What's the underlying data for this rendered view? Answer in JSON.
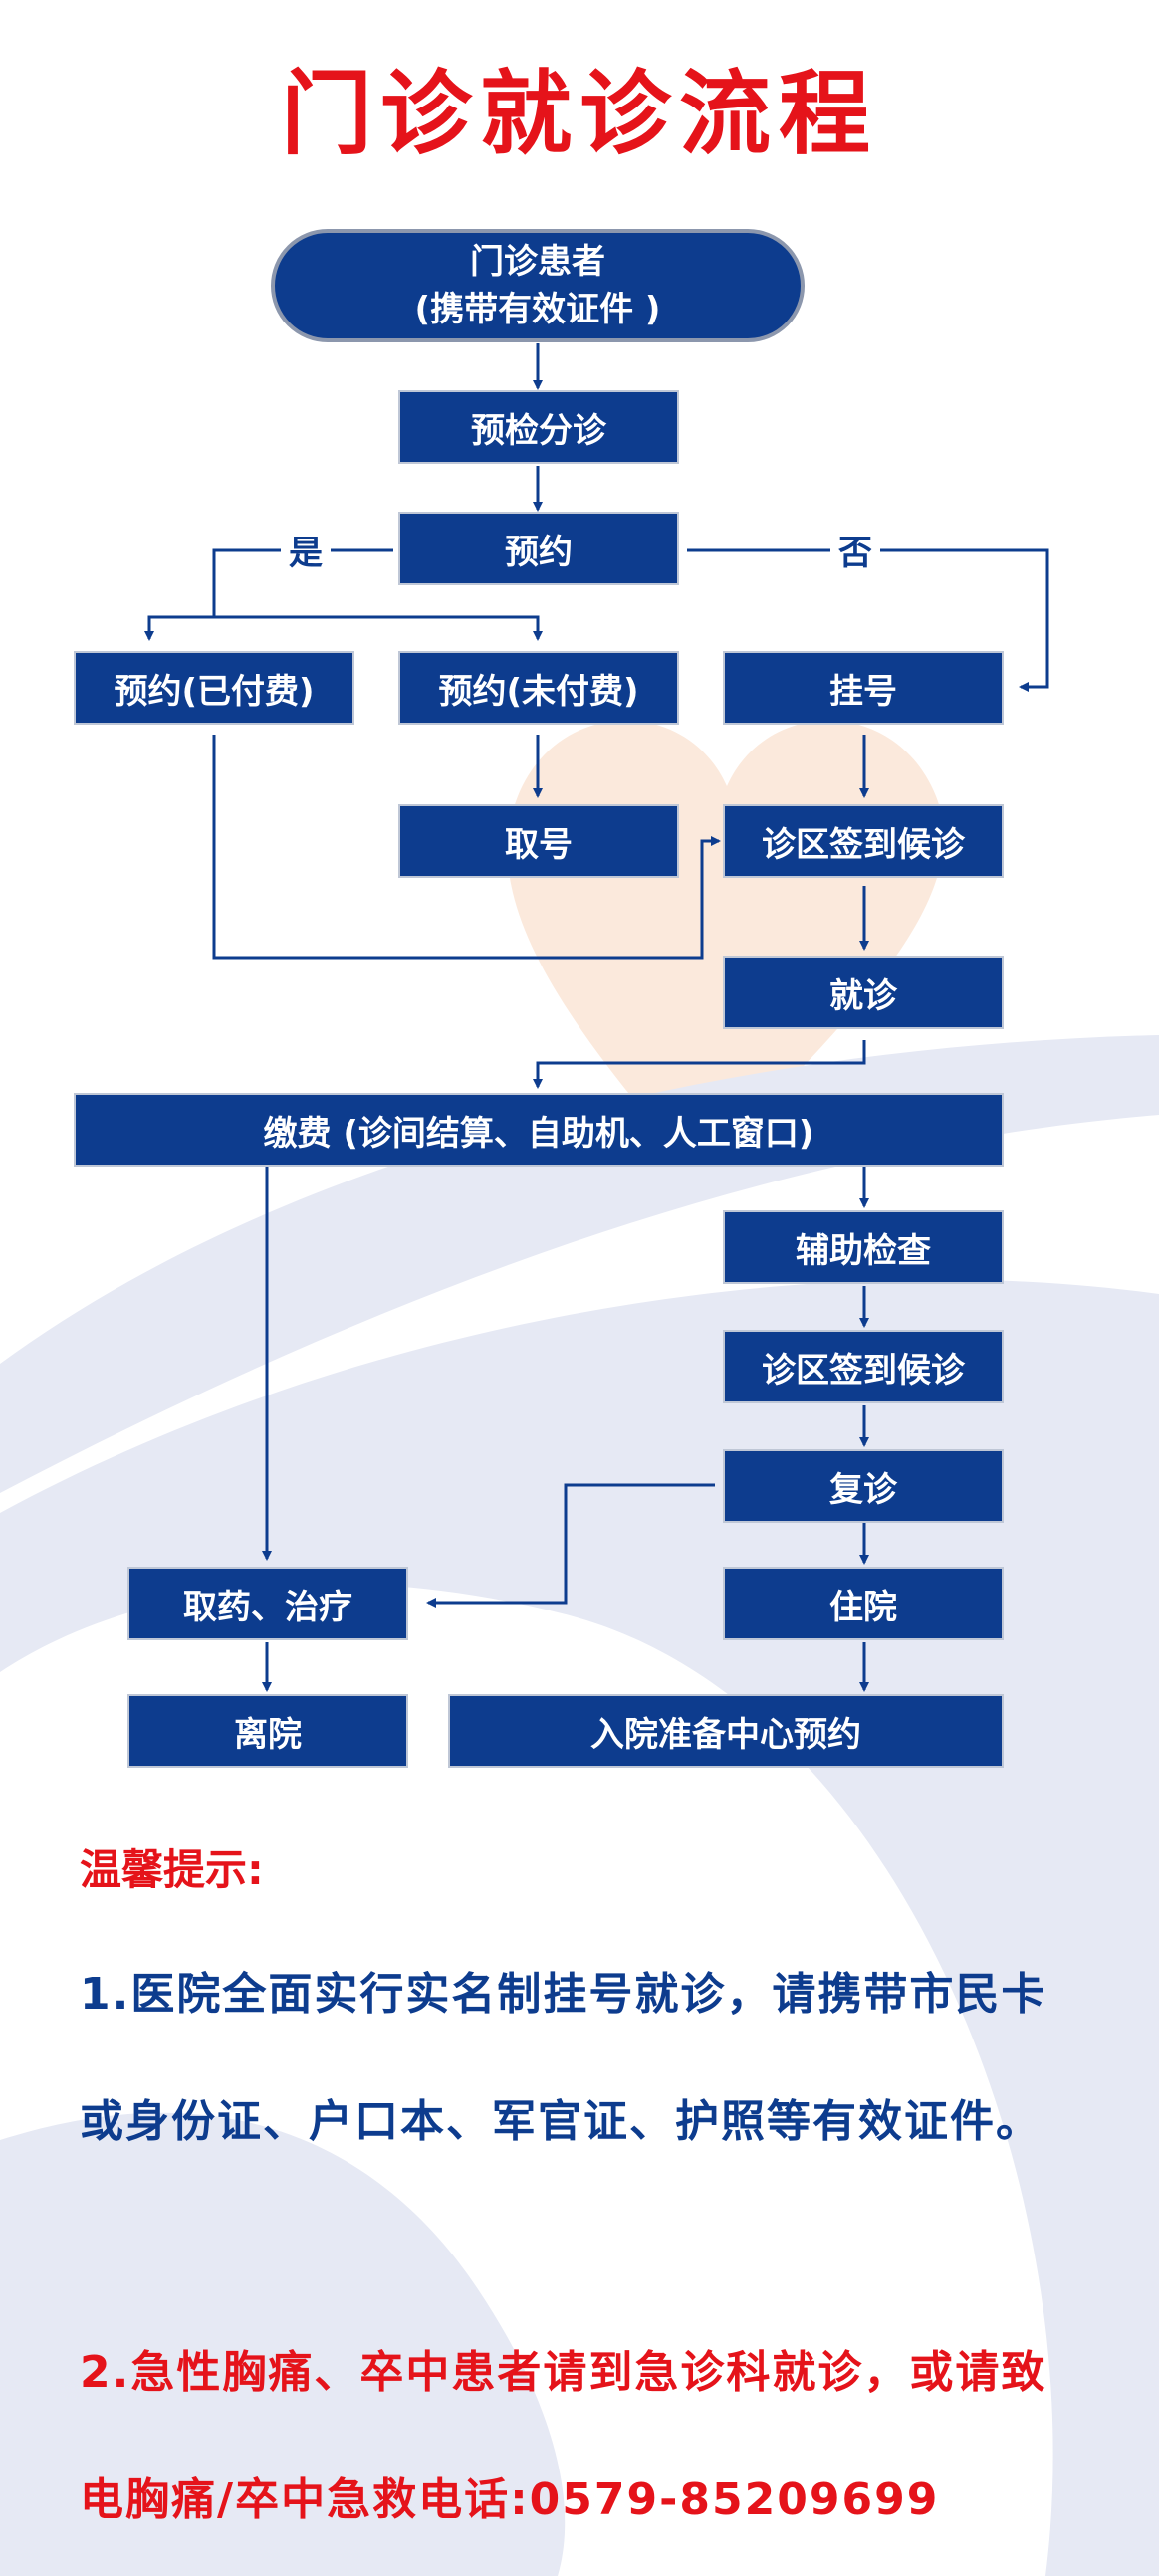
{
  "title": "门诊就诊流程",
  "nodes": {
    "patient_line1": "门诊患者",
    "patient_line2": "(携带有效证件 )",
    "triage": "预检分诊",
    "appointment": "预约",
    "yes": "是",
    "no": "否",
    "appt_paid": "预约(已付费)",
    "appt_unpaid": "预约(未付费)",
    "register": "挂号",
    "take_number": "取号",
    "checkin_wait_1": "诊区签到候诊",
    "consult": "就诊",
    "payment": "缴费 (诊间结算、自助机、人工窗口)",
    "aux_exam": "辅助检查",
    "checkin_wait_2": "诊区签到候诊",
    "revisit": "复诊",
    "medicine_treatment": "取药、治疗",
    "hospitalize": "住院",
    "leave": "离院",
    "admission_center": "入院准备中心预约"
  },
  "tips": {
    "heading": "温馨提示:",
    "tip1": "1.医院全面实行实名制挂号就诊，请携带市民卡或身份证、户口本、军官证、护照等有效证件。",
    "tip2": "2.急性胸痛、卒中患者请到急诊科就诊，或请致电胸痛/卒中急救电话:0579-85209699"
  },
  "colors": {
    "box": "#0d3c8e",
    "title": "#e5131a",
    "line": "#0d3c8e",
    "background_swoosh": "#e6e9f4",
    "heart": "#fbe9dc"
  }
}
